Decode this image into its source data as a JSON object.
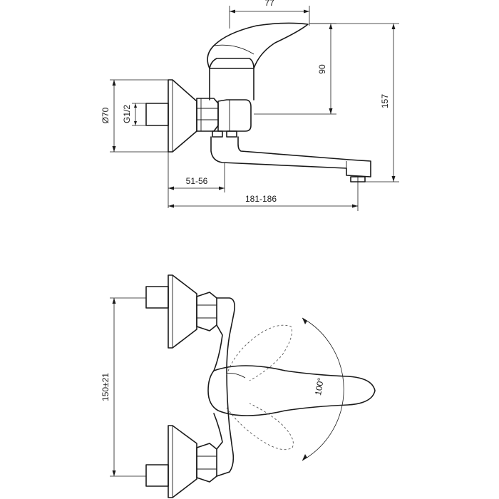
{
  "drawing": {
    "side_view": {
      "dim_top_width": "77",
      "dim_spout_height": "90",
      "dim_total_height": "157",
      "dim_flange_diameter": "Ø70",
      "dim_thread": "G1/2",
      "dim_wall_offset": "51-56",
      "dim_total_length": "181-186"
    },
    "top_view": {
      "dim_center_distance": "150±21",
      "dim_lever_angle": "100°"
    }
  }
}
